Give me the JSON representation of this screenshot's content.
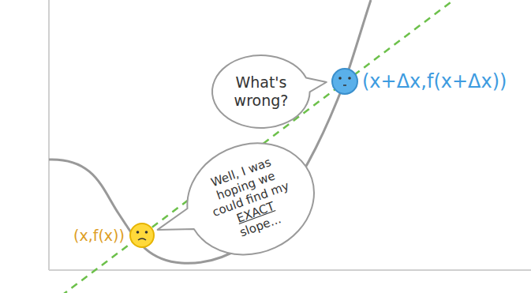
{
  "diagram": {
    "nodes": [
      {
        "text": [
          "What's wrong?"
        ]
      },
      {
        "text": [
          "Well, I was hoping we could find my EXACT slope..."
        ]
      }
    ],
    "labels": [
      "(x+Δx,f(x+Δx))",
      "(x,f(x))"
    ]
  }
}
